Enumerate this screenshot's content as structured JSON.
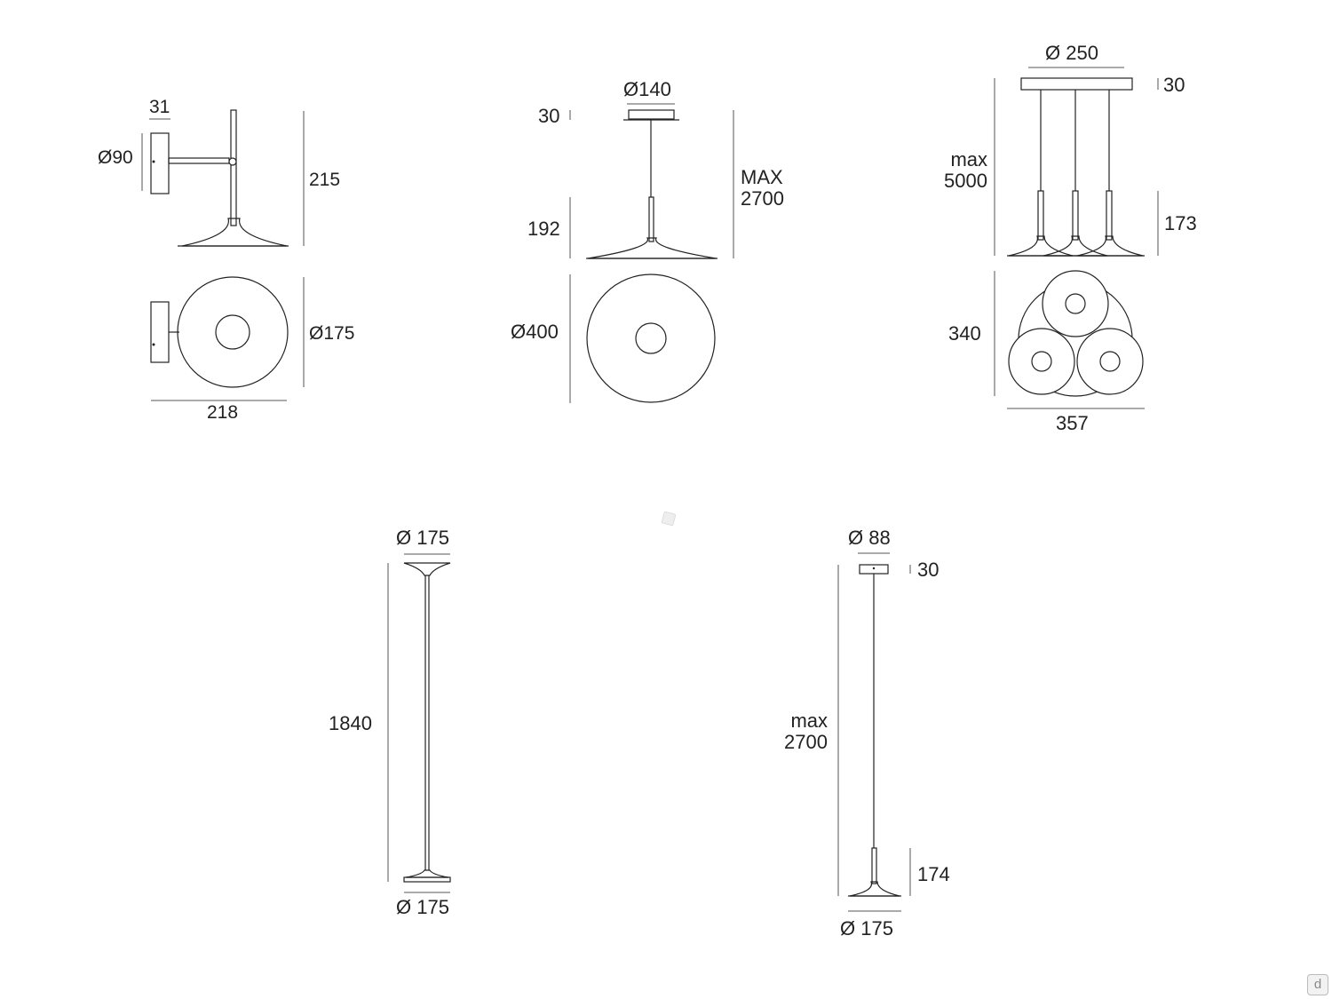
{
  "wall_lamp": {
    "dim_depth_plate": "31",
    "dim_plate_diameter": "Ø90",
    "dim_height": "215",
    "dim_shade_diameter": "Ø175",
    "dim_total_depth": "218"
  },
  "single_pendant_large": {
    "dim_canopy_diameter": "Ø140",
    "dim_canopy_height": "30",
    "dim_max_drop": "MAX\n2700",
    "dim_body_height": "192",
    "dim_shade_diameter": "Ø400"
  },
  "triple_pendant": {
    "dim_canopy_diameter": "Ø 250",
    "dim_canopy_height": "30",
    "dim_max_drop": "max\n5000",
    "dim_body_height": "173",
    "dim_cluster_depth": "340",
    "dim_cluster_width": "357"
  },
  "floor_lamp": {
    "dim_top_diameter": "Ø 175",
    "dim_height": "1840",
    "dim_base_diameter": "Ø 175"
  },
  "single_pendant_small": {
    "dim_canopy_diameter": "Ø 88",
    "dim_canopy_height": "30",
    "dim_max_drop": "max\n2700",
    "dim_body_height": "174",
    "dim_shade_diameter": "Ø 175"
  },
  "corner_logo": "d"
}
